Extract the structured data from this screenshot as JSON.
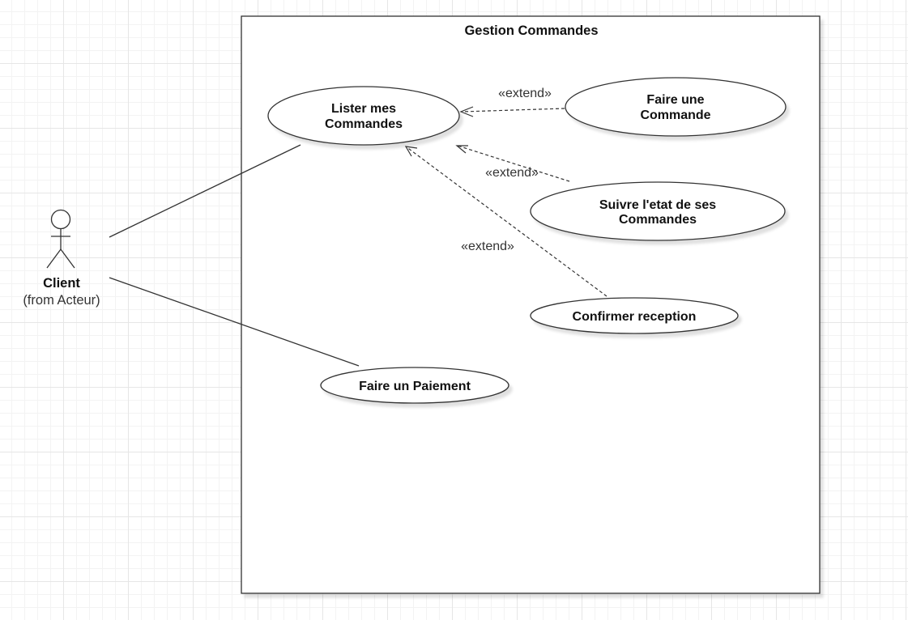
{
  "system": {
    "title": "Gestion Commandes"
  },
  "actor": {
    "name": "Client",
    "stereotype": "(from Acteur)"
  },
  "use_cases": {
    "lister": {
      "line1": "Lister mes",
      "line2": "Commandes"
    },
    "faire_commande": {
      "line1": "Faire une",
      "line2": "Commande"
    },
    "suivre": {
      "line1": "Suivre l'etat de ses",
      "line2": "Commandes"
    },
    "confirmer": {
      "label": "Confirmer reception"
    },
    "paiement": {
      "label": "Faire un Paiement"
    }
  },
  "relations": {
    "extend1": "«extend»",
    "extend2": "«extend»",
    "extend3": "«extend»"
  },
  "colors": {
    "stroke": "#333333",
    "fill": "#ffffff",
    "shadow": "#dedede"
  }
}
